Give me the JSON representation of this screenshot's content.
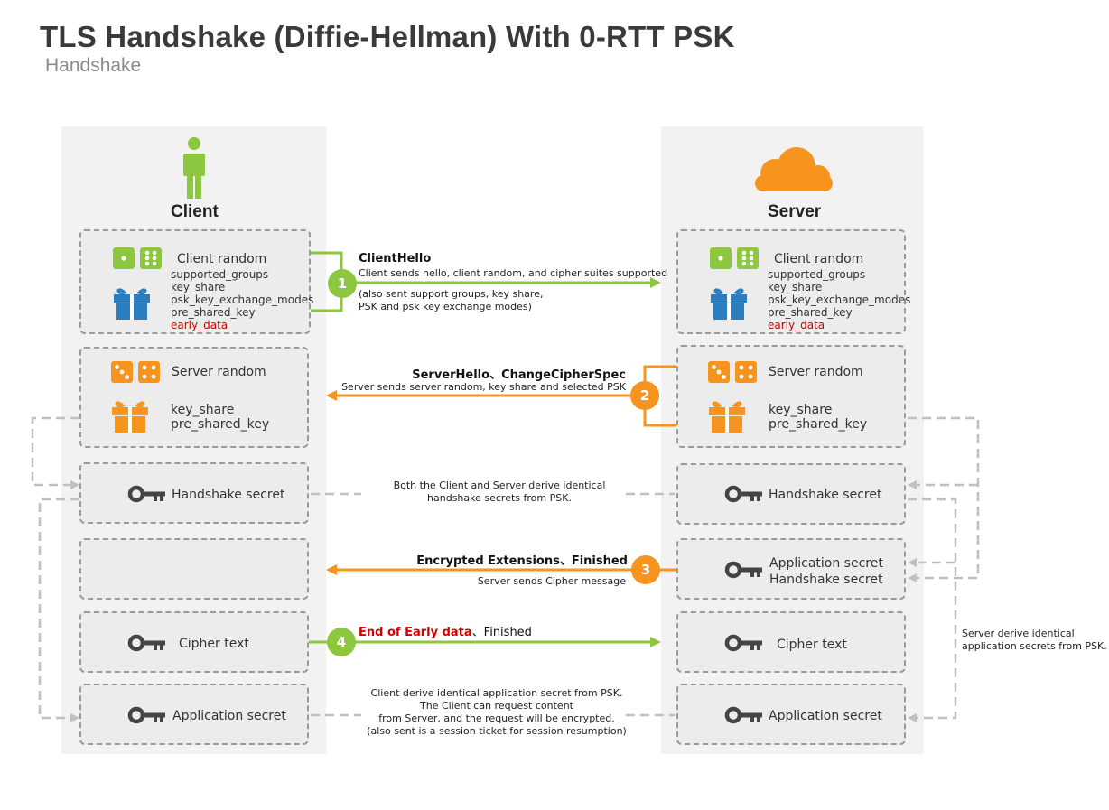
{
  "title": "TLS Handshake (Diffie-Hellman) With 0-RTT PSK",
  "subtitle": "Handshake",
  "client": {
    "header": "Client",
    "box1": {
      "random": "Client random",
      "lines": [
        "supported_groups",
        "key_share",
        "psk_key_exchange_modes",
        "pre_shared_key"
      ],
      "early": "early_data"
    },
    "box2": {
      "random": "Server random",
      "lines": [
        "key_share",
        "pre_shared_key"
      ]
    },
    "handshake_secret": "Handshake secret",
    "cipher_text": "Cipher text",
    "application_secret": "Application secret"
  },
  "server": {
    "header": "Server",
    "box1": {
      "random": "Client random",
      "lines": [
        "supported_groups",
        "key_share",
        "psk_key_exchange_modes",
        "pre_shared_key"
      ],
      "early": "early_data"
    },
    "box2": {
      "random": "Server random",
      "lines": [
        "key_share",
        "pre_shared_key"
      ]
    },
    "handshake_secret": "Handshake secret",
    "app_and_handshake": [
      "Application secret",
      "Handshake secret"
    ],
    "cipher_text": "Cipher text",
    "application_secret": "Application secret"
  },
  "steps": {
    "s1": {
      "num": "1",
      "title": "ClientHello",
      "desc": "Client sends hello, client random, and cipher suites supported",
      "note": [
        "(also sent support groups, key share,",
        "PSK and psk key exchange modes)"
      ]
    },
    "s2": {
      "num": "2",
      "title": "ServerHello、ChangeCipherSpec",
      "desc": "Server sends server random, key share and selected PSK"
    },
    "s3": {
      "num": "3",
      "title": "Encrypted Extensions、Finished",
      "desc": "Server sends Cipher message"
    },
    "s4": {
      "num": "4",
      "title_red": "End of Early data",
      "title_rest": "、Finished"
    }
  },
  "notes": {
    "handshake": [
      "Both the Client and Server derive identical",
      "handshake secrets from PSK."
    ],
    "server_app": [
      "Server derive identical",
      "application secrets from PSK."
    ],
    "client_app": [
      "Client derive identical application secret from PSK.",
      "The Client can request content",
      "from Server, and the request will be encrypted.",
      "(also sent is a session ticket for session resumption)"
    ]
  },
  "colors": {
    "green": "#8dc63f",
    "orange": "#f7941d",
    "dash": "#c0c0c0",
    "red": "#d40000",
    "blue": "#2a7ec0"
  }
}
